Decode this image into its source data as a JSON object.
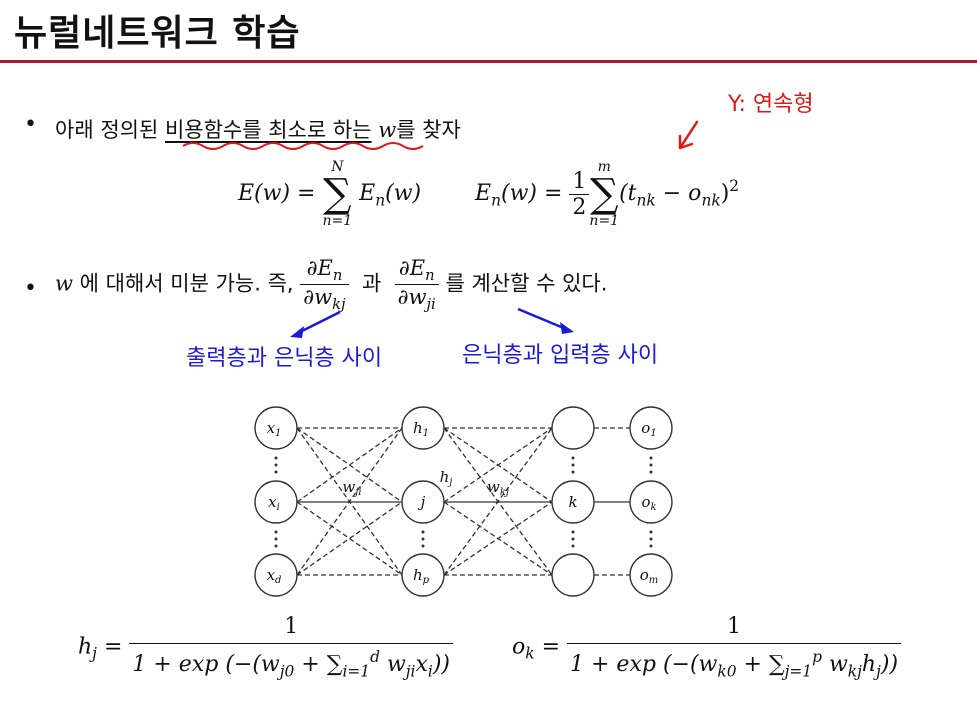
{
  "slide": {
    "title": "뉴럴네트워크 학습"
  },
  "annotation": {
    "red_note": "Y: 연속형"
  },
  "bullet1": {
    "text_prefix": "아래 정의된 ",
    "underlined": "비용함수를 최소로 하는",
    "var": "w",
    "text_suffix": "를 찾자"
  },
  "eq1": {
    "lhs": "E(w) =",
    "sum_upper": "N",
    "sum_lower": "n=1",
    "term": "E",
    "term_sub": "n",
    "term_arg": "(w)"
  },
  "eq2": {
    "lhs": "E",
    "lhs_sub": "n",
    "lhs_arg": "(w) =",
    "half_num": "1",
    "half_den": "2",
    "sum_upper": "m",
    "sum_lower": "n=1",
    "body": "(t",
    "t_sub": "nk",
    "minus": " − o",
    "o_sub": "nk",
    "close": ")",
    "power": "2"
  },
  "bullet2": {
    "var": "w",
    "text1": "에 대해서 미분 가능. 즉,",
    "frac1_num": "∂E",
    "frac1_num_sub": "n",
    "frac1_den": "∂w",
    "frac1_den_sub": "kj",
    "and": "과",
    "frac2_num": "∂E",
    "frac2_num_sub": "n",
    "frac2_den": "∂w",
    "frac2_den_sub": "ji",
    "text2": "를 계산할 수 있다."
  },
  "labels": {
    "output_hidden": "출력층과 은닉층 사이",
    "hidden_input": "은닉층과 입력층 사이"
  },
  "network": {
    "input_nodes": [
      {
        "name": "x",
        "sub": "1"
      },
      {
        "name": "x",
        "sub": "i"
      },
      {
        "name": "x",
        "sub": "d"
      }
    ],
    "hidden_nodes": [
      {
        "name": "h",
        "sub": "1"
      },
      {
        "name": "j",
        "sub": ""
      },
      {
        "name": "h",
        "sub": "p"
      }
    ],
    "k_node": "k",
    "output_nodes": [
      {
        "name": "o",
        "sub": "1"
      },
      {
        "name": "o",
        "sub": "k"
      },
      {
        "name": "o",
        "sub": "m"
      }
    ],
    "edge_w_ji": {
      "name": "w",
      "sub": "ji"
    },
    "edge_h_j": {
      "name": "h",
      "sub": "j"
    },
    "edge_w_kj": {
      "name": "w",
      "sub": "kj"
    }
  },
  "formula_h": {
    "lhs": "h",
    "lhs_sub": "j",
    "eq": "=",
    "num": "1",
    "den_prefix": "1 + exp",
    "open": "(−(w",
    "w_sub": "j0",
    "plus_sum": " + ∑",
    "sum_sub": "i=1",
    "sum_sup": "d",
    "w2": " w",
    "w2_sub": "ji",
    "x": "x",
    "x_sub": "i",
    "close": "))"
  },
  "formula_o": {
    "lhs": "o",
    "lhs_sub": "k",
    "eq": "=",
    "num": "1",
    "den_prefix": "1 + exp",
    "open": "(−(w",
    "w_sub": "k0",
    "plus_sum": " + ∑",
    "sum_sub": "j=1",
    "sum_sup": "p",
    "w2": " w",
    "w2_sub": "kj",
    "x": "h",
    "x_sub": "j",
    "close": "))"
  }
}
